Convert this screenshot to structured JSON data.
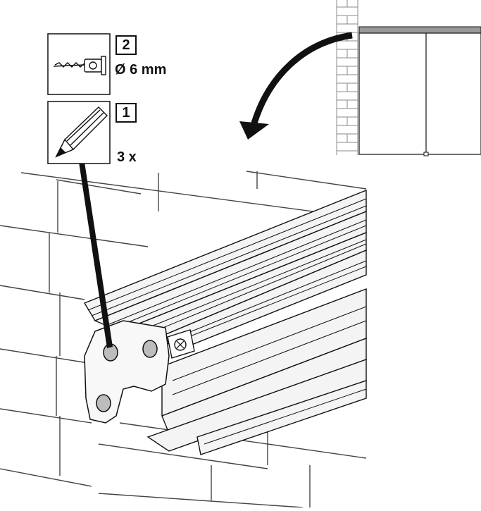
{
  "steps": [
    {
      "number": "2",
      "tool": "drill-icon",
      "spec": "Ø 6 mm"
    },
    {
      "number": "1",
      "tool": "pencil-icon",
      "spec": "3 x"
    }
  ],
  "icons": [
    "drill-icon",
    "pencil-icon",
    "curved-arrow-icon",
    "brick-wall-icon"
  ],
  "colors": {
    "line": "#111111",
    "rail_fill": "#f4f4f4",
    "brick_line": "#444444"
  }
}
